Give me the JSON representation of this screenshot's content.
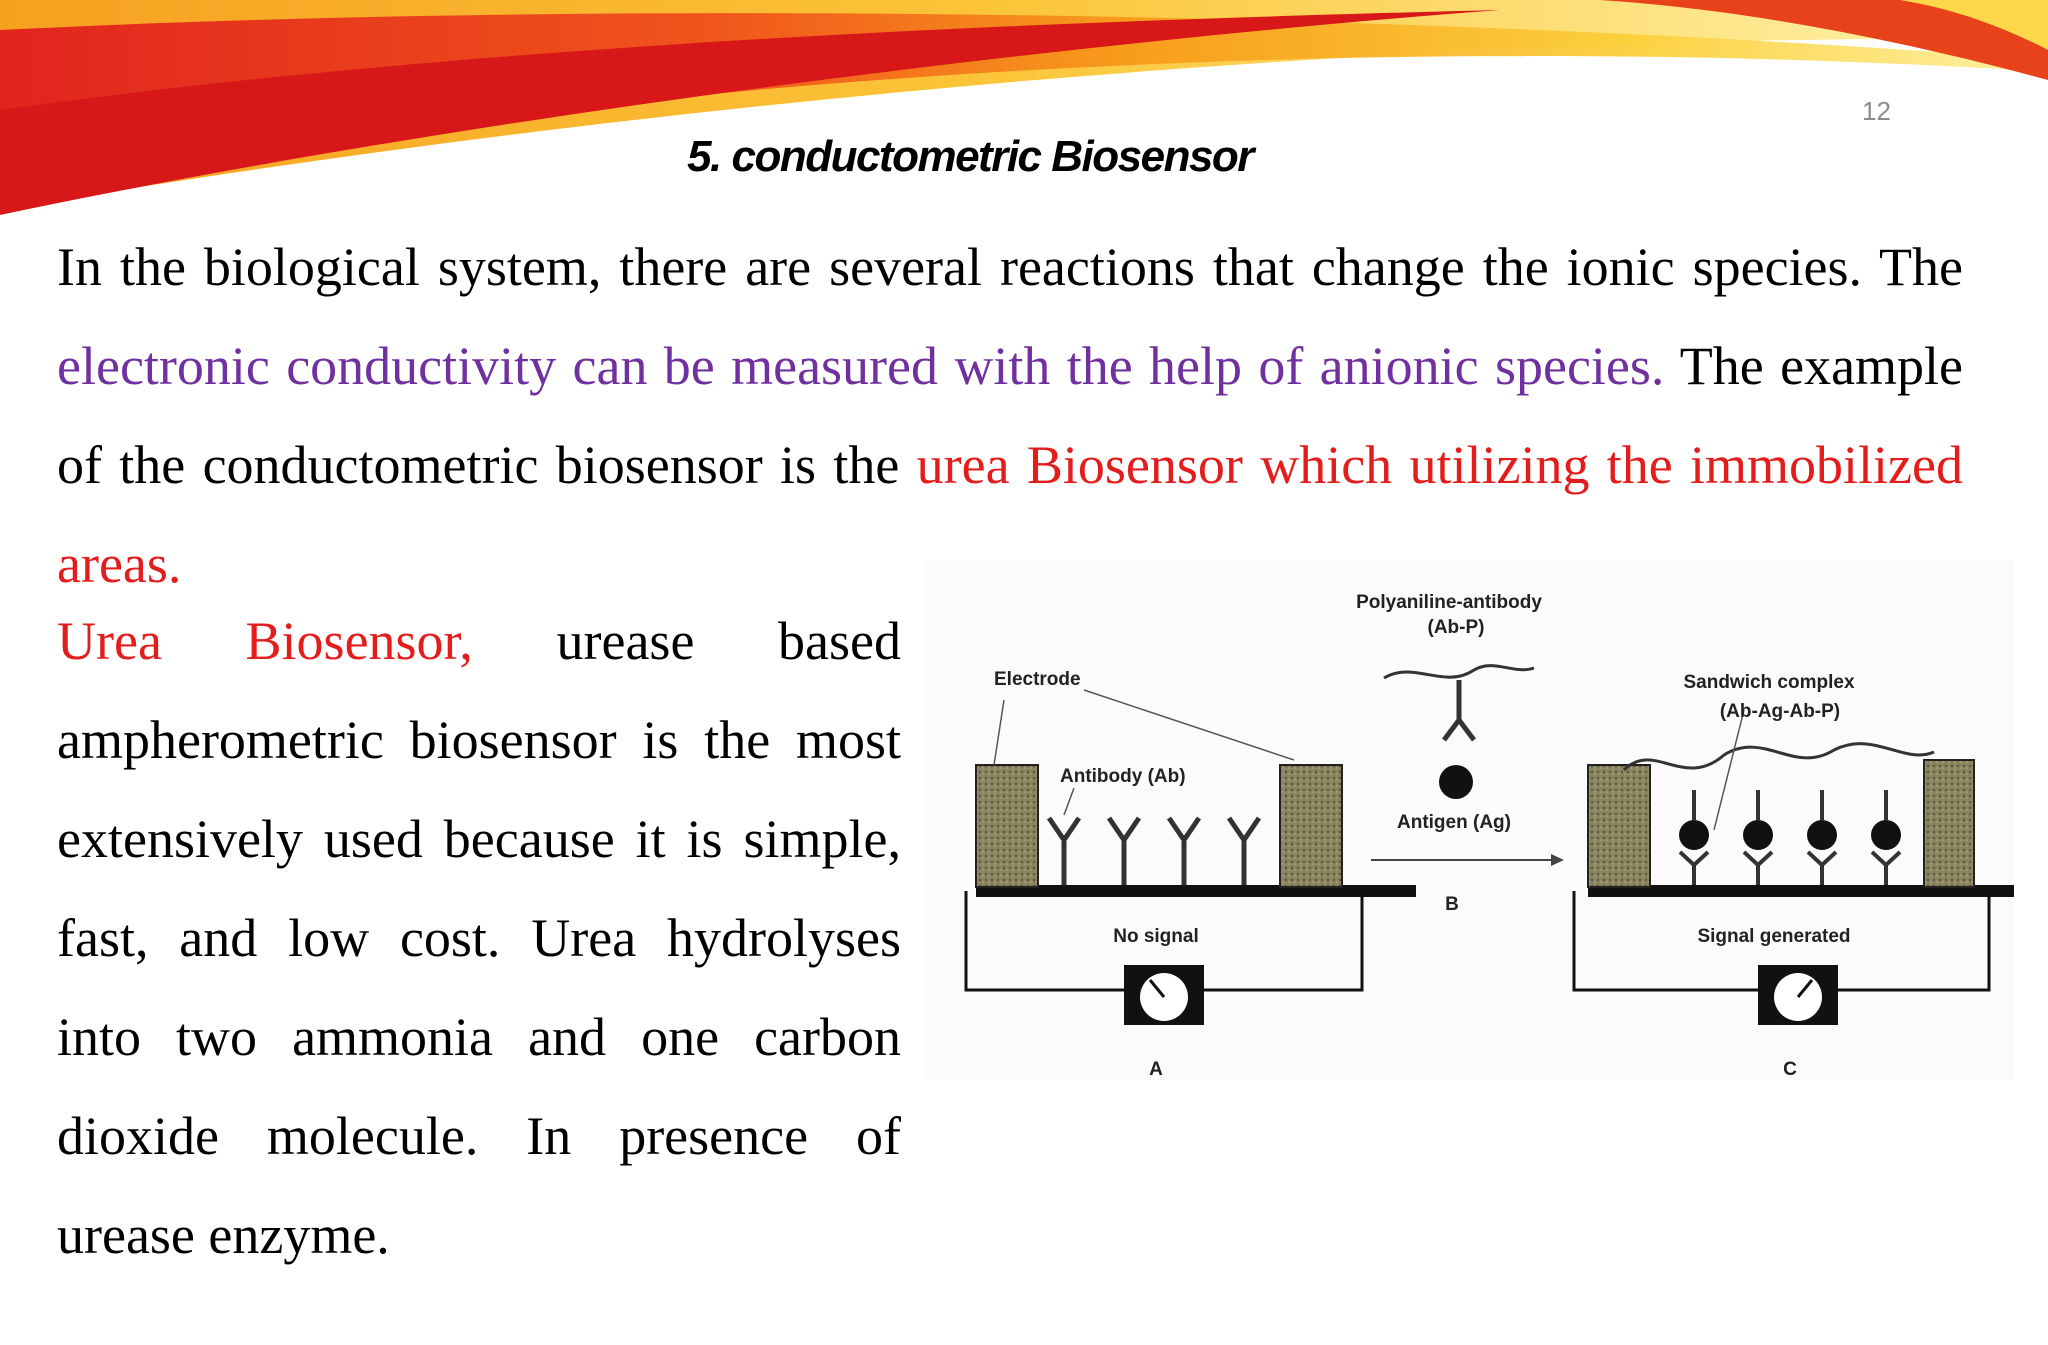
{
  "slide": {
    "number": "12",
    "title": "5. conductometric Biosensor"
  },
  "paragraph1": {
    "part1": "In the biological system, there are several reactions that change the ionic species. The ",
    "part2_purple": "electronic conductivity can be measured with the help of anionic species.",
    "part3": " The example of the conductometric biosensor is the ",
    "part4_red": "urea Biosensor which utilizing the immobilized areas."
  },
  "paragraph2": {
    "part1_red": "Urea Biosensor,",
    "part2": " urease based ampherometric biosensor is the most extensively used because it is simple, fast, and low cost. Urea hydrolyses into two ammonia and one carbon dioxide molecule. In presence of urease enzyme."
  },
  "diagram": {
    "label_polyaniline": "Polyaniline-antibody",
    "label_ab_p": "(Ab-P)",
    "label_electrode": "Electrode",
    "label_sandwich": "Sandwich complex",
    "label_sandwich_formula": "(Ab-Ag-Ab-P)",
    "label_antibody": "Antibody (Ab)",
    "label_antigen": "Antigen (Ag)",
    "label_no_signal": "No signal",
    "label_signal_generated": "Signal generated",
    "label_a": "A",
    "label_b": "B",
    "label_c": "C"
  },
  "colors": {
    "accent_purple": "#7030a0",
    "accent_red": "#e31c1c"
  }
}
